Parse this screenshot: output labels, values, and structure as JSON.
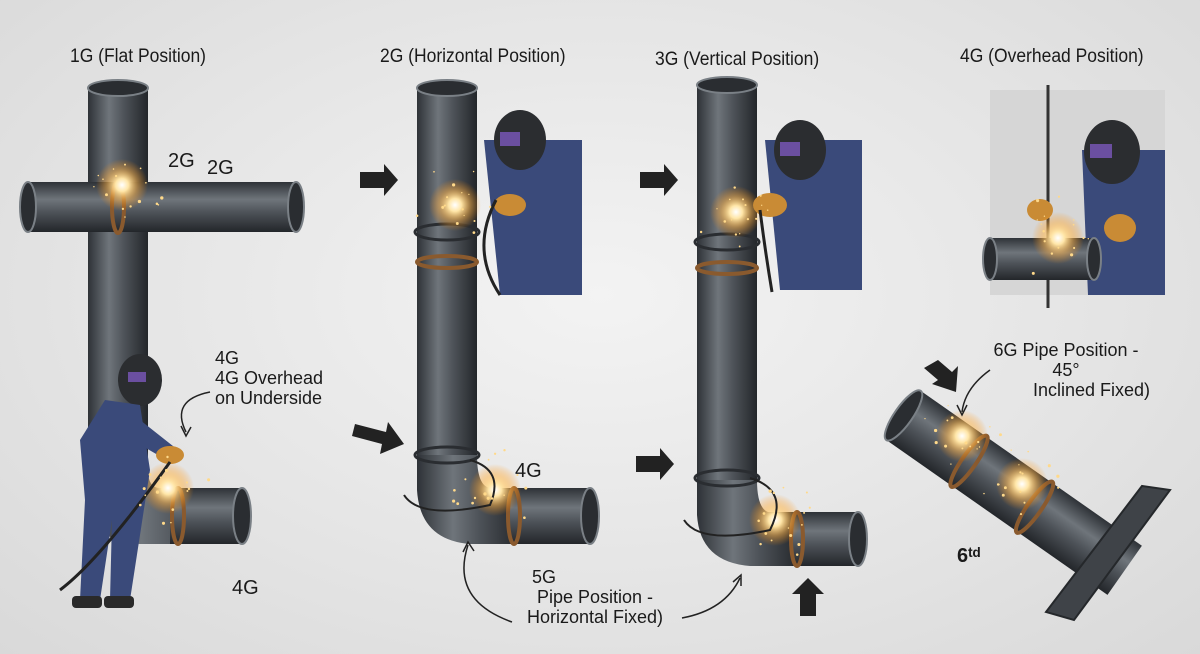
{
  "titles": {
    "p1": "1G (Flat Position)",
    "p2": "2G (Horizontal Position)",
    "p3": "3G (Vertical Position)",
    "p4": "4G (Overhead Position)"
  },
  "labels": {
    "cross_2g_a": "2G",
    "cross_2g_b": "2G",
    "overhead_line1": "4G",
    "overhead_line2": "4G Overhead",
    "overhead_line3": "on Underside",
    "bottom_4g_left": "4G",
    "mid_4g": "4G",
    "fixed_5g_line1": "5G",
    "fixed_5g_line2": "Pipe Position -",
    "fixed_5g_line3": "Horizontal Fixed)",
    "incl_6g_line1": "6G Pipe Position -",
    "incl_6g_line2": "45°",
    "incl_6g_line3": "Inclined Fixed)",
    "incl_6g_small": "6ᵗᵈ"
  },
  "colors": {
    "pipe": "#4a4f54",
    "weld": "#8a5a2e",
    "suit": "#3a4a7a",
    "glove": "#c98b35",
    "helmet": "#2b2d30",
    "spark": "#ffd98a"
  }
}
